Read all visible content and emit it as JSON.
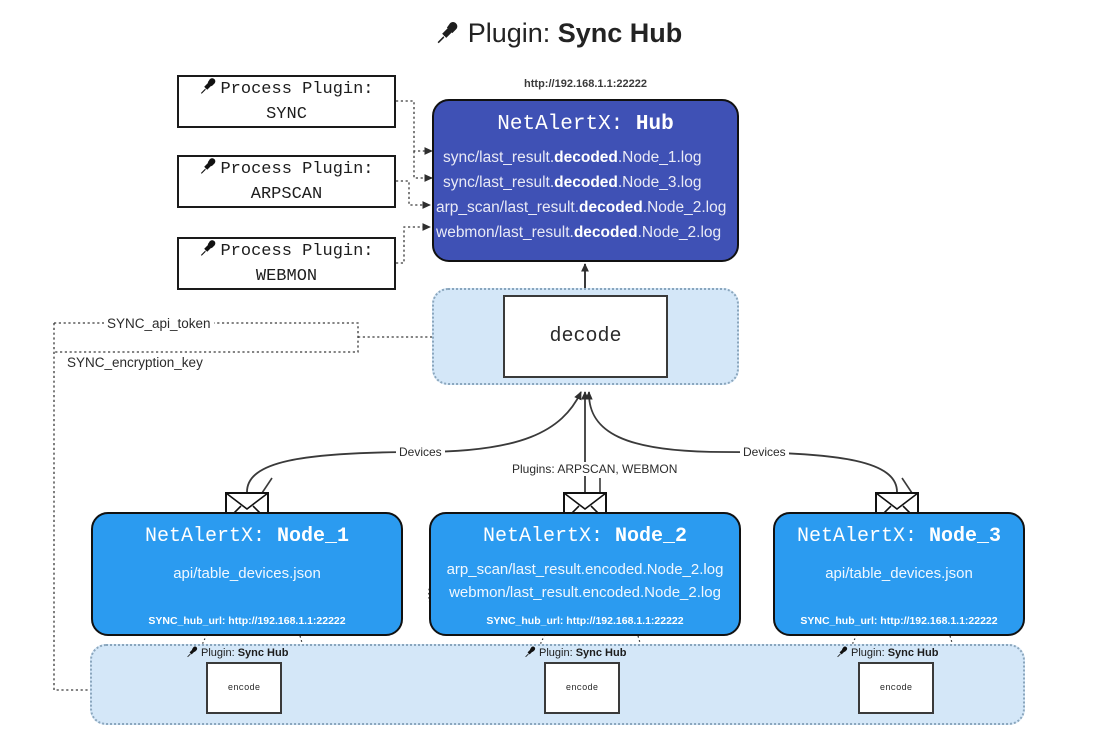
{
  "title": {
    "icon": "plug-icon",
    "label": "Plugin:",
    "name": "Sync Hub"
  },
  "process_plugins": [
    {
      "icon": "plug-icon",
      "label": "Process Plugin:",
      "name": "SYNC"
    },
    {
      "icon": "plug-icon",
      "label": "Process Plugin:",
      "name": "ARPSCAN"
    },
    {
      "icon": "plug-icon",
      "label": "Process Plugin:",
      "name": "WEBMON"
    }
  ],
  "hub": {
    "url": "http://192.168.1.1:22222",
    "prefix": "NetAlertX:",
    "name": "Hub",
    "logs": [
      {
        "pre": "sync/last_result.",
        "em": "decoded",
        "post": ".Node_1.log"
      },
      {
        "pre": "sync/last_result.",
        "em": "decoded",
        "post": ".Node_3.log"
      },
      {
        "pre": "arp_scan/last_result.",
        "em": "decoded",
        "post": ".Node_2.log"
      },
      {
        "pre": "webmon/last_result.",
        "em": "decoded",
        "post": ".Node_2.log"
      }
    ]
  },
  "decode": {
    "label": "decode"
  },
  "secrets": [
    {
      "label": "SYNC_api_token"
    },
    {
      "label": "SYNC_encryption_key"
    }
  ],
  "edge_labels": {
    "devices_left": "Devices",
    "devices_right": "Devices",
    "plugins_center": "Plugins: ARPSCAN, WEBMON"
  },
  "nodes": [
    {
      "prefix": "NetAlertX:",
      "name": "Node_1",
      "lines": [
        "api/table_devices.json"
      ],
      "footer": "SYNC_hub_url: http://192.168.1.1:22222",
      "envelope_icon": "envelope-icon"
    },
    {
      "prefix": "NetAlertX:",
      "name": "Node_2",
      "lines": [
        "arp_scan/last_result.encoded.Node_2.log",
        "webmon/last_result.encoded.Node_2.log"
      ],
      "footer": "SYNC_hub_url: http://192.168.1.1:22222",
      "envelope_icon": "envelope-icon"
    },
    {
      "prefix": "NetAlertX:",
      "name": "Node_3",
      "lines": [
        "api/table_devices.json"
      ],
      "footer": "SYNC_hub_url: http://192.168.1.1:22222",
      "envelope_icon": "envelope-icon"
    }
  ],
  "encoders": [
    {
      "plugin_icon": "plug-icon",
      "plugin_label": "Plugin:",
      "plugin_name": "Sync Hub",
      "box_label": "encode"
    },
    {
      "plugin_icon": "plug-icon",
      "plugin_label": "Plugin:",
      "plugin_name": "Sync Hub",
      "box_label": "encode"
    },
    {
      "plugin_icon": "plug-icon",
      "plugin_label": "Plugin:",
      "plugin_name": "Sync Hub",
      "box_label": "encode"
    }
  ],
  "colors": {
    "hub_blue": "#3f51b5",
    "node_blue": "#2b9bf0",
    "lane_blue": "#d4e7f8",
    "lane_border": "#8aa6bd",
    "stroke": "#333333"
  }
}
